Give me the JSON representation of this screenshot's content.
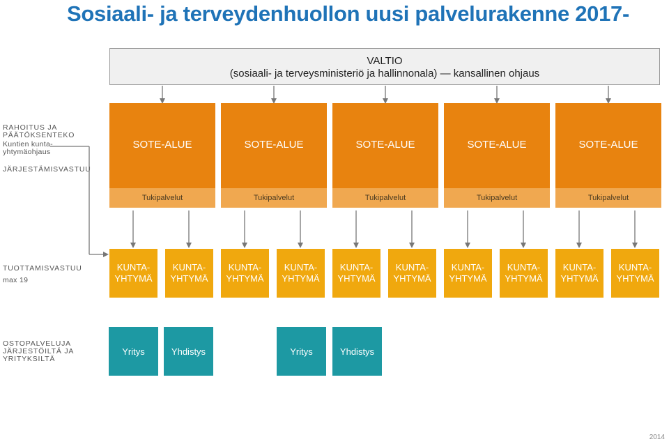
{
  "title": "Sosiaali- ja terveydenhuollon uusi palvelurakenne 2017-",
  "valtio": {
    "line1": "VALTIO",
    "line2": "(sosiaali- ja terveysministeriö ja hallinnonala) — kansallinen ohjaus"
  },
  "side_labels": {
    "rahoitus_1": "RAHOITUS JA",
    "rahoitus_2": "PÄÄTÖKSENTEKO",
    "kuntien_1": "Kuntien kunta-",
    "kuntien_2": "yhtymäohjaus",
    "jarjestamis": "JÄRJESTÄMISVASTUU",
    "tuottamis": "TUOTTAMISVASTUU",
    "max": "max 19",
    "osto_1": "OSTOPALVELUJA",
    "osto_2": "JÄRJESTÖILTÄ JA",
    "osto_3": "YRITYKSILTÄ"
  },
  "sote_areas": [
    "SOTE-ALUE",
    "SOTE-ALUE",
    "SOTE-ALUE",
    "SOTE-ALUE",
    "SOTE-ALUE"
  ],
  "tukipalvelut": [
    "Tukipalvelut",
    "Tukipalvelut",
    "Tukipalvelut",
    "Tukipalvelut",
    "Tukipalvelut"
  ],
  "kuntayhtymat": [
    {
      "l1": "KUNTA-",
      "l2": "YHTYMÄ"
    },
    {
      "l1": "KUNTA-",
      "l2": "YHTYMÄ"
    },
    {
      "l1": "KUNTA-",
      "l2": "YHTYMÄ"
    },
    {
      "l1": "KUNTA-",
      "l2": "YHTYMÄ"
    },
    {
      "l1": "KUNTA-",
      "l2": "YHTYMÄ"
    },
    {
      "l1": "KUNTA-",
      "l2": "YHTYMÄ"
    },
    {
      "l1": "KUNTA-",
      "l2": "YHTYMÄ"
    },
    {
      "l1": "KUNTA-",
      "l2": "YHTYMÄ"
    },
    {
      "l1": "KUNTA-",
      "l2": "YHTYMÄ"
    },
    {
      "l1": "KUNTA-",
      "l2": "YHTYMÄ"
    }
  ],
  "providers": [
    "Yritys",
    "Yhdistys",
    "Yritys",
    "Yhdistys"
  ],
  "year": "2014",
  "colors": {
    "title": "#1f73b7",
    "sote": "#e8830f",
    "tuki": "#f0a850",
    "kunta": "#f0a80e",
    "provider": "#1d99a3",
    "arrow": "#777777"
  }
}
